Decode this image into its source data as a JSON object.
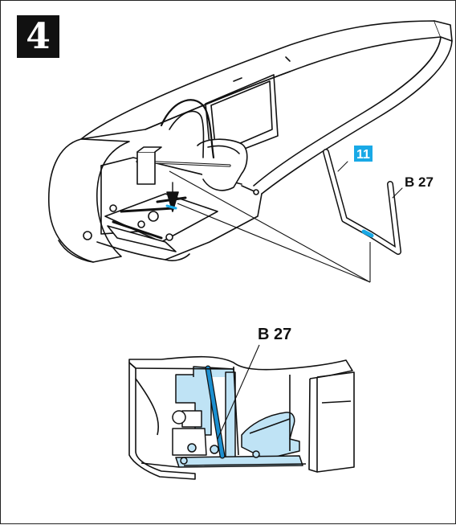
{
  "step": {
    "number": "4"
  },
  "top_view": {
    "part_number": "11",
    "part_label": "B 27"
  },
  "detail_view": {
    "part_label": "B 27"
  },
  "colors": {
    "highlight": "#bfe3f5",
    "part_blue": "#1c8fd0",
    "number_box": "#19a9e6",
    "line": "#111111"
  }
}
